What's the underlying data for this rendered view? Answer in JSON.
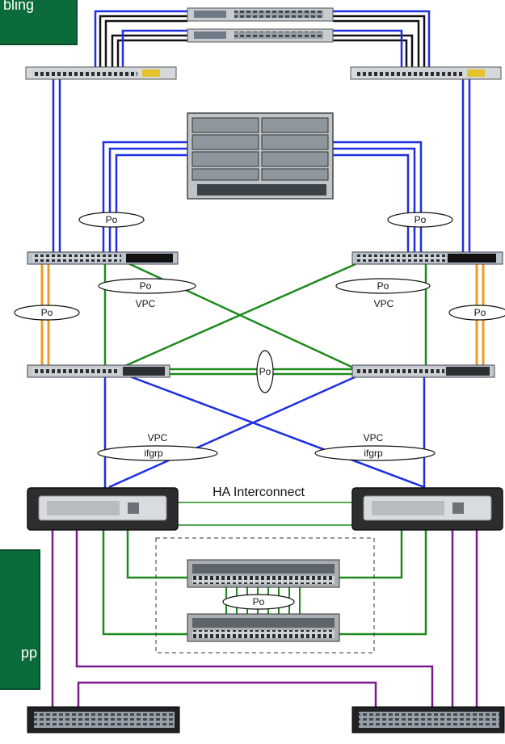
{
  "callouts": {
    "top_partial_text": "bling",
    "bottom_partial_text": "pp"
  },
  "labels": {
    "po": "Po",
    "vpc": "VPC",
    "ifgrp": "ifgrp",
    "ha_interconnect": "HA Interconnect"
  },
  "colors": {
    "blue_link": "#1f2fe0",
    "green_link": "#1e8a1e",
    "orange_link": "#f39a1e",
    "purple_link": "#7a1a8c",
    "black_link": "#111111",
    "callout_green": "#0b6b3a"
  }
}
